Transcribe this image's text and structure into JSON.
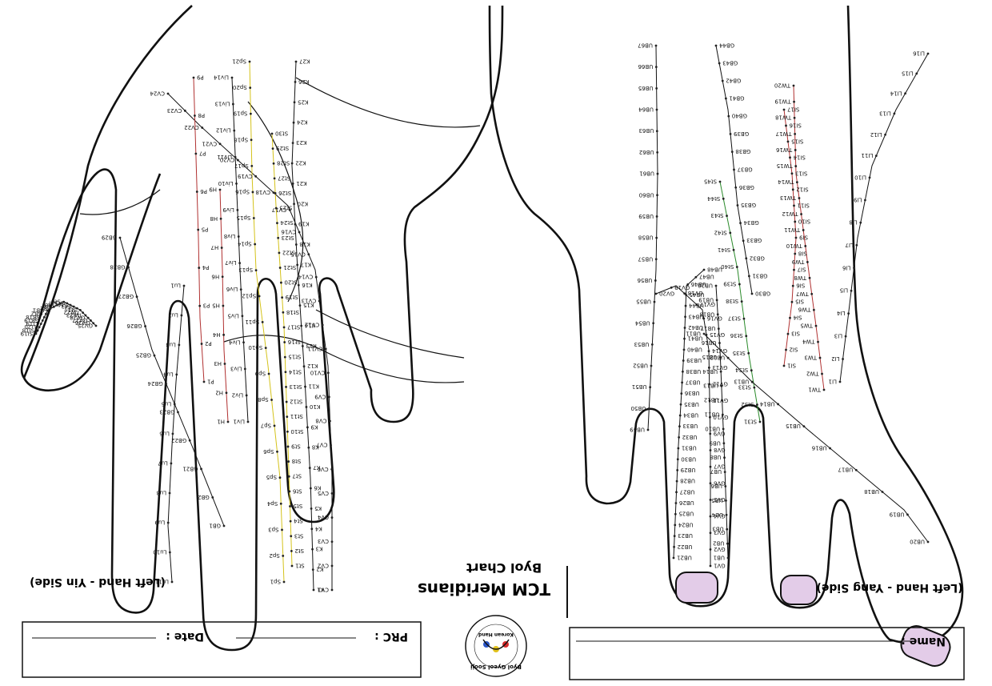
{
  "title": "TCM Meridians",
  "subtitle": "Byol Chart",
  "left_caption": "(Left Hand - Yin Side)",
  "right_caption": "(Left Hand - Yang Side)",
  "form": {
    "name_label": "Name :",
    "prc_label": "PRC :",
    "date_label": "Date :"
  },
  "logo": {
    "ring_text": "Byol Gyeol Sooji",
    "center_text": "Korean Hand"
  },
  "colors": {
    "outline": "#111111",
    "nail": "#e3cce8",
    "meridian_red": "#b03030",
    "meridian_green": "#2a8a2a",
    "meridian_yellow": "#d4c21a",
    "meridian_black": "#111111"
  },
  "yin_points": {
    "cv": [
      "CV1",
      "CV2",
      "CV3",
      "CV4",
      "CV5",
      "CV6",
      "CV7",
      "CV8",
      "CV9",
      "CV10",
      "CV11",
      "CV12",
      "CV13",
      "CV14",
      "CV15",
      "CV16",
      "CV17",
      "CV18",
      "CV19",
      "CV20",
      "CV21",
      "CV22",
      "CV23",
      "CV24"
    ],
    "k": [
      "K1",
      "K2",
      "K3",
      "K4",
      "K5",
      "K6",
      "K7",
      "K8",
      "K9",
      "K10",
      "K11",
      "K12",
      "K13",
      "K14",
      "K15",
      "K16",
      "K17",
      "K18",
      "K19",
      "K20",
      "K21",
      "K22",
      "K23",
      "K24",
      "K25",
      "K26",
      "K27"
    ],
    "sp": [
      "Sp1",
      "Sp2",
      "Sp3",
      "Sp4",
      "Sp5",
      "Sp6",
      "Sp7",
      "Sp8",
      "Sp9",
      "Sp10",
      "Sp11",
      "Sp12",
      "Sp13",
      "Sp14",
      "Sp15",
      "Sp16",
      "Sp17",
      "Sp18",
      "Sp19",
      "Sp20",
      "Sp21"
    ],
    "liv": [
      "Liv1",
      "Liv2",
      "Liv3",
      "Liv4",
      "Liv5",
      "Liv6",
      "Liv7",
      "Liv8",
      "Liv9",
      "Liv10",
      "Liv11",
      "Liv12",
      "Liv13",
      "Liv14"
    ],
    "lu": [
      "Lu1",
      "Lu2",
      "Lu3",
      "Lu4",
      "Lu5",
      "Lu6",
      "Lu7",
      "Lu8",
      "Lu9",
      "Lu10",
      "Lu11"
    ],
    "h": [
      "H1",
      "H2",
      "H3",
      "H4",
      "H5",
      "H6",
      "H7",
      "H8",
      "H9"
    ],
    "p": [
      "P1",
      "P2",
      "P3",
      "P4",
      "P5",
      "P6",
      "P7",
      "P8",
      "P9"
    ],
    "st": [
      "St1",
      "St2",
      "St3",
      "St4",
      "St5",
      "St6",
      "St7",
      "St8",
      "St9",
      "St10",
      "St11",
      "St12",
      "St13",
      "St14",
      "St15",
      "St16",
      "St17",
      "St18",
      "St19",
      "St20",
      "St21",
      "St22",
      "St23",
      "St24",
      "St25",
      "St26",
      "St27",
      "St28",
      "St29",
      "St30"
    ],
    "gb": [
      "GB1",
      "GB2",
      "GB21",
      "GB22",
      "GB23",
      "GB24",
      "GB25",
      "GB26",
      "GB27",
      "GB28",
      "GB29"
    ],
    "thumb": [
      "GV25",
      "GV26",
      "GV27",
      "GV28",
      "TW23",
      "TW22",
      "St1",
      "St2",
      "St3",
      "St4",
      "St5",
      "St6",
      "St7",
      "St8",
      "B1",
      "B2",
      "GB1",
      "GB2",
      "GB18",
      "GB19",
      "Li19",
      "Li20",
      "SI18",
      "SI19"
    ]
  },
  "yang_points": {
    "gv": [
      "GV1",
      "GV2",
      "GV3",
      "GV4",
      "GV5",
      "GV6",
      "GV7",
      "GV8",
      "GV9",
      "GV10",
      "GV11",
      "GV12",
      "GV13",
      "GV14",
      "GV15",
      "GV16",
      "GV17",
      "GV18",
      "GV19",
      "GV20"
    ],
    "ub": [
      "UB1",
      "UB2",
      "UB3",
      "UB4",
      "UB5",
      "UB6",
      "UB7",
      "UB8",
      "UB9",
      "UB10",
      "UB11",
      "UB12",
      "UB13",
      "UB14",
      "UB15",
      "UB16",
      "UB17",
      "UB18",
      "UB19",
      "UB20",
      "UB21",
      "UB22",
      "UB23",
      "UB24",
      "UB25",
      "UB26",
      "UB27",
      "UB28",
      "UB29",
      "UB30",
      "UB31",
      "UB32",
      "UB33",
      "UB34",
      "UB35",
      "UB36",
      "UB37",
      "UB38",
      "UB39",
      "UB40",
      "UB41",
      "UB42",
      "UB43",
      "UB44",
      "UB45",
      "UB46",
      "UB47",
      "UB48",
      "UB49",
      "UB50",
      "UB51",
      "UB52",
      "UB53",
      "UB54",
      "UB55",
      "UB56",
      "UB57",
      "UB58",
      "UB59",
      "UB60",
      "UB61",
      "UB62",
      "UB63",
      "UB64",
      "UB65",
      "UB66",
      "UB67"
    ],
    "gb": [
      "GB30",
      "GB31",
      "GB32",
      "GB33",
      "GB34",
      "GB35",
      "GB36",
      "GB37",
      "GB38",
      "GB39",
      "GB40",
      "GB41",
      "GB42",
      "GB43",
      "GB44"
    ],
    "si": [
      "SI1",
      "SI2",
      "SI3",
      "SI4",
      "SI5",
      "SI6",
      "SI7",
      "SI8",
      "SI9",
      "SI10",
      "SI11",
      "SI12",
      "SI13",
      "SI14",
      "SI15",
      "SI16",
      "SI17"
    ],
    "tw": [
      "TW1",
      "TW2",
      "TW3",
      "TW4",
      "TW5",
      "TW6",
      "TW7",
      "TW8",
      "TW9",
      "TW10",
      "TW11",
      "TW12",
      "TW13",
      "TW14",
      "TW15",
      "TW16",
      "TW17",
      "TW18",
      "TW19",
      "TW20"
    ],
    "li": [
      "LI1",
      "LI2",
      "LI3",
      "LI4",
      "LI5",
      "LI6",
      "LI7",
      "LI8",
      "LI9",
      "LI10",
      "LI11",
      "LI12",
      "LI13",
      "LI14",
      "LI15",
      "LI16"
    ],
    "st": [
      "St31",
      "St32",
      "St33",
      "St34",
      "St35",
      "St36",
      "St37",
      "St38",
      "St39",
      "St40",
      "St41",
      "St42",
      "St43",
      "St44",
      "St45"
    ]
  }
}
